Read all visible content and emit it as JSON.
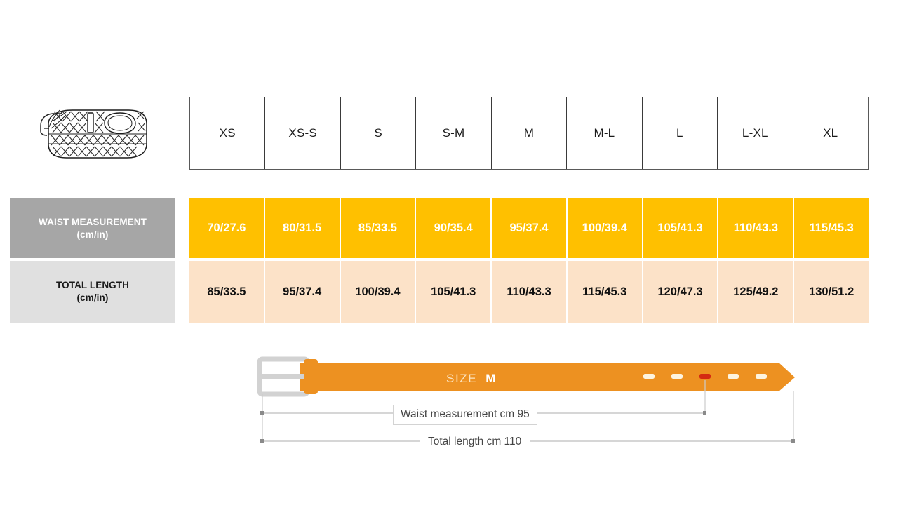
{
  "product": {
    "icon": "braided-belt-icon"
  },
  "table": {
    "size_headers": [
      "XS",
      "XS-S",
      "S",
      "S-M",
      "M",
      "M-L",
      "L",
      "L-XL",
      "XL"
    ],
    "rows": [
      {
        "label_line1": "WAIST MEASUREMENT",
        "label_line2": "(cm/in)",
        "values": [
          "70/27.6",
          "80/31.5",
          "85/33.5",
          "90/35.4",
          "95/37.4",
          "100/39.4",
          "105/41.3",
          "110/43.3",
          "115/45.3"
        ],
        "cell_bg": "#ffc000",
        "cell_fg": "#ffffff",
        "label_bg": "#a6a6a6",
        "label_fg": "#ffffff"
      },
      {
        "label_line1": "TOTAL LENGTH",
        "label_line2": "(cm/in)",
        "values": [
          "85/33.5",
          "95/37.4",
          "100/39.4",
          "105/41.3",
          "110/43.3",
          "115/45.3",
          "120/47.3",
          "125/49.2",
          "130/51.2"
        ],
        "cell_bg": "#fce2c8",
        "cell_fg": "#111111",
        "label_bg": "#e0e0e0",
        "label_fg": "#1a1a1a"
      }
    ]
  },
  "diagram": {
    "size_prefix": "SIZE",
    "size_value": "M",
    "waist_dim": "Waist measurement cm 95",
    "length_dim": "Total length cm 110",
    "belt_color": "#ed9121",
    "buckle_color": "#dcdcdc",
    "holes_total": 5,
    "active_hole_index": 3,
    "active_hole_color": "#d42a12",
    "hole_color": "#fdf4e0"
  }
}
